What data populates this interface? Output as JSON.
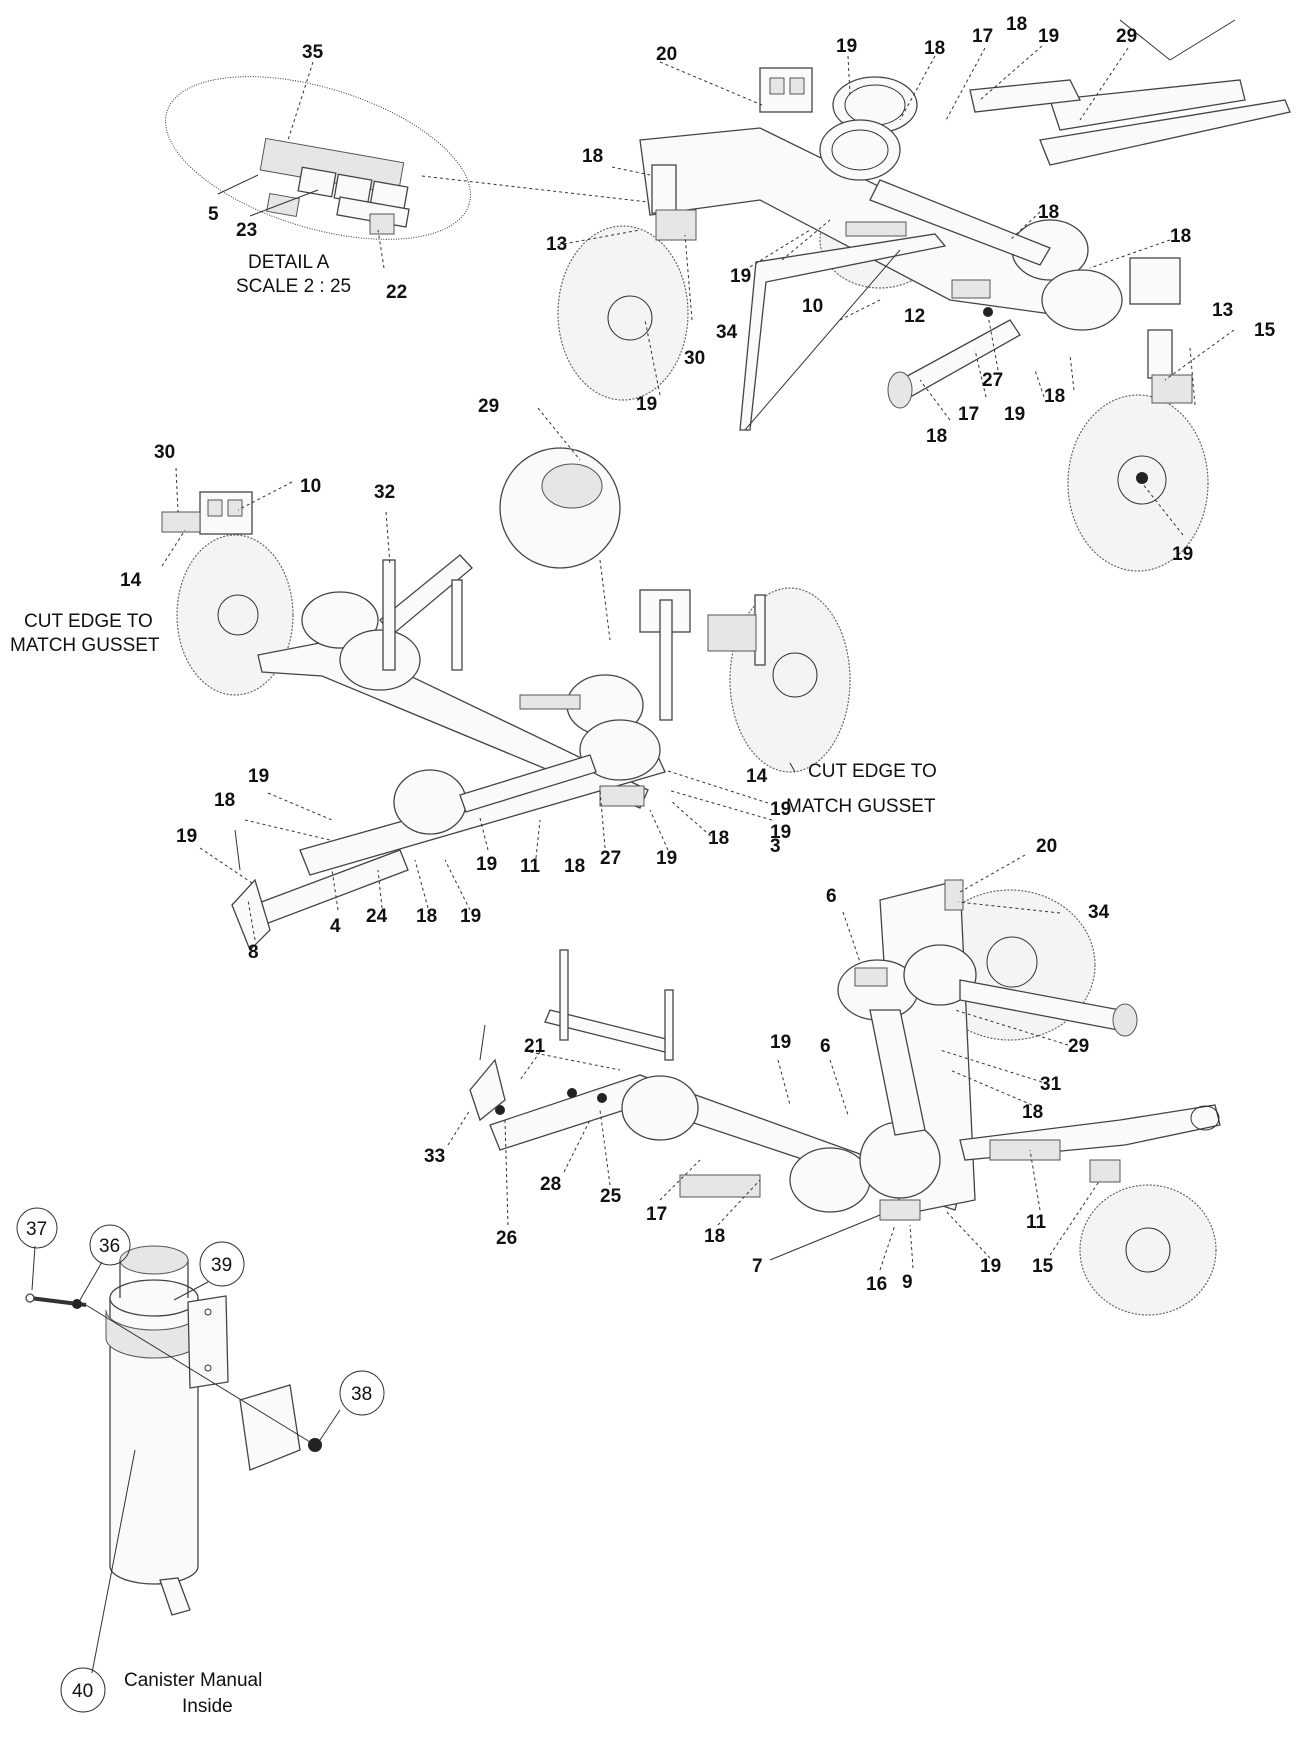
{
  "detail_a": {
    "title_line1": "DETAIL A",
    "title_line2": "SCALE 2 : 25"
  },
  "notes": {
    "cut_edge_line1": "CUT EDGE TO",
    "cut_edge_line2": "MATCH GUSSET",
    "canister_line1": "Canister Manual",
    "canister_line2": "Inside"
  },
  "callouts": [
    {
      "id": "c35",
      "text": "35"
    },
    {
      "id": "c5",
      "text": "5"
    },
    {
      "id": "c23",
      "text": "23"
    },
    {
      "id": "c22",
      "text": "22"
    },
    {
      "id": "c20a",
      "text": "20"
    },
    {
      "id": "c19a",
      "text": "19"
    },
    {
      "id": "c18a",
      "text": "18"
    },
    {
      "id": "c17a",
      "text": "17"
    },
    {
      "id": "c18b",
      "text": "18"
    },
    {
      "id": "c19b",
      "text": "19"
    },
    {
      "id": "c29a",
      "text": "29"
    },
    {
      "id": "c18c",
      "text": "18"
    },
    {
      "id": "c13a",
      "text": "13"
    },
    {
      "id": "c18d",
      "text": "18"
    },
    {
      "id": "c18e",
      "text": "18"
    },
    {
      "id": "c19c",
      "text": "19"
    },
    {
      "id": "c10a",
      "text": "10"
    },
    {
      "id": "c12",
      "text": "12"
    },
    {
      "id": "c34a",
      "text": "34"
    },
    {
      "id": "c30a",
      "text": "30"
    },
    {
      "id": "c19d",
      "text": "19"
    },
    {
      "id": "c13b",
      "text": "13"
    },
    {
      "id": "c15a",
      "text": "15"
    },
    {
      "id": "c27a",
      "text": "27"
    },
    {
      "id": "c17b",
      "text": "17"
    },
    {
      "id": "c19e",
      "text": "19"
    },
    {
      "id": "c18f",
      "text": "18"
    },
    {
      "id": "c18g",
      "text": "18"
    },
    {
      "id": "c19f",
      "text": "19"
    },
    {
      "id": "c29b",
      "text": "29"
    },
    {
      "id": "c30b",
      "text": "30"
    },
    {
      "id": "c10b",
      "text": "10"
    },
    {
      "id": "c32",
      "text": "32"
    },
    {
      "id": "c14a",
      "text": "14"
    },
    {
      "id": "c14b",
      "text": "14"
    },
    {
      "id": "c19g",
      "text": "19"
    },
    {
      "id": "c19h",
      "text": "19"
    },
    {
      "id": "c18h",
      "text": "18"
    },
    {
      "id": "c19i",
      "text": "19"
    },
    {
      "id": "c18i",
      "text": "18"
    },
    {
      "id": "c3",
      "text": "3"
    },
    {
      "id": "c19j",
      "text": "19"
    },
    {
      "id": "c11a",
      "text": "11"
    },
    {
      "id": "c18j",
      "text": "18"
    },
    {
      "id": "c27b",
      "text": "27"
    },
    {
      "id": "c19k",
      "text": "19"
    },
    {
      "id": "c4",
      "text": "4"
    },
    {
      "id": "c24",
      "text": "24"
    },
    {
      "id": "c18k",
      "text": "18"
    },
    {
      "id": "c19l",
      "text": "19"
    },
    {
      "id": "c8",
      "text": "8"
    },
    {
      "id": "c19m",
      "text": "19"
    },
    {
      "id": "c20b",
      "text": "20"
    },
    {
      "id": "c6a",
      "text": "6"
    },
    {
      "id": "c34b",
      "text": "34"
    },
    {
      "id": "c21",
      "text": "21"
    },
    {
      "id": "c19n",
      "text": "19"
    },
    {
      "id": "c6b",
      "text": "6"
    },
    {
      "id": "c29c",
      "text": "29"
    },
    {
      "id": "c31",
      "text": "31"
    },
    {
      "id": "c18l",
      "text": "18"
    },
    {
      "id": "c33",
      "text": "33"
    },
    {
      "id": "c28",
      "text": "28"
    },
    {
      "id": "c25",
      "text": "25"
    },
    {
      "id": "c17c",
      "text": "17"
    },
    {
      "id": "c26",
      "text": "26"
    },
    {
      "id": "c18m",
      "text": "18"
    },
    {
      "id": "c11b",
      "text": "11"
    },
    {
      "id": "c7",
      "text": "7"
    },
    {
      "id": "c16",
      "text": "16"
    },
    {
      "id": "c9",
      "text": "9"
    },
    {
      "id": "c19o",
      "text": "19"
    },
    {
      "id": "c15b",
      "text": "15"
    },
    {
      "id": "c37",
      "text": "37"
    },
    {
      "id": "c36",
      "text": "36"
    },
    {
      "id": "c39",
      "text": "39"
    },
    {
      "id": "c38",
      "text": "38"
    },
    {
      "id": "c40",
      "text": "40"
    }
  ]
}
